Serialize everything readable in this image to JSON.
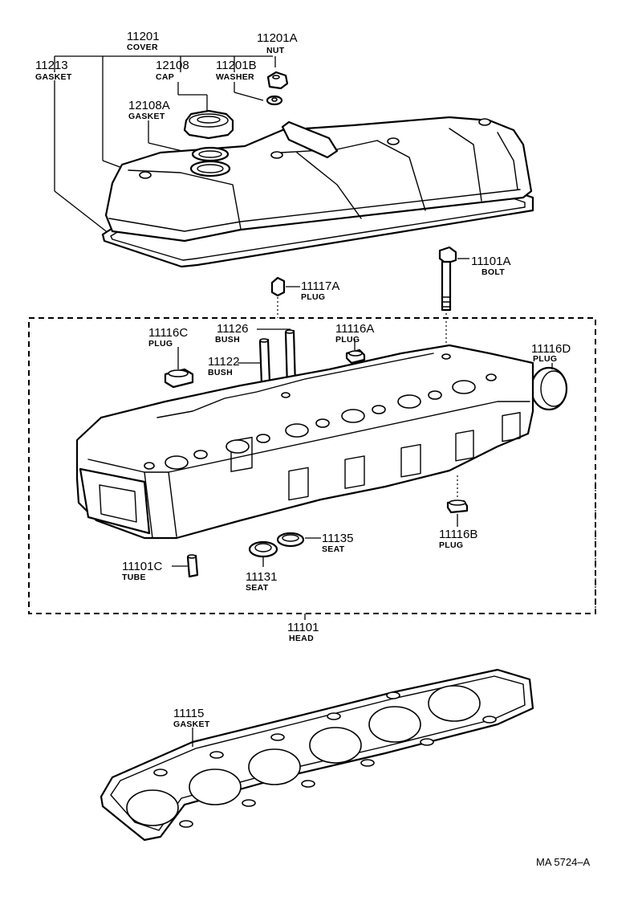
{
  "parts": {
    "cover": {
      "number": "11201",
      "name": "COVER"
    },
    "nut": {
      "number": "11201A",
      "name": "NUT"
    },
    "gasket_cover": {
      "number": "11213",
      "name": "GASKET"
    },
    "cap": {
      "number": "12108",
      "name": "CAP"
    },
    "washer": {
      "number": "11201B",
      "name": "WASHER"
    },
    "cap_gasket": {
      "number": "12108A",
      "name": "GASKET"
    },
    "bolt": {
      "number": "11101A",
      "name": "BOLT"
    },
    "plug_a": {
      "number": "11117A",
      "name": "PLUG"
    },
    "bush_126": {
      "number": "11126",
      "name": "BUSH"
    },
    "plug_116a": {
      "number": "11116A",
      "name": "PLUG"
    },
    "plug_116c": {
      "number": "11116C",
      "name": "PLUG"
    },
    "bush_122": {
      "number": "11122",
      "name": "BUSH"
    },
    "plug_116d": {
      "number": "11116D",
      "name": "PLUG"
    },
    "seat_135": {
      "number": "11135",
      "name": "SEAT"
    },
    "plug_116b": {
      "number": "11116B",
      "name": "PLUG"
    },
    "tube": {
      "number": "11101C",
      "name": "TUBE"
    },
    "seat_131": {
      "number": "11131",
      "name": "SEAT"
    },
    "head": {
      "number": "11101",
      "name": "HEAD"
    },
    "head_gasket": {
      "number": "11115",
      "name": "GASKET"
    }
  },
  "drawing_code": "MA 5724–A"
}
